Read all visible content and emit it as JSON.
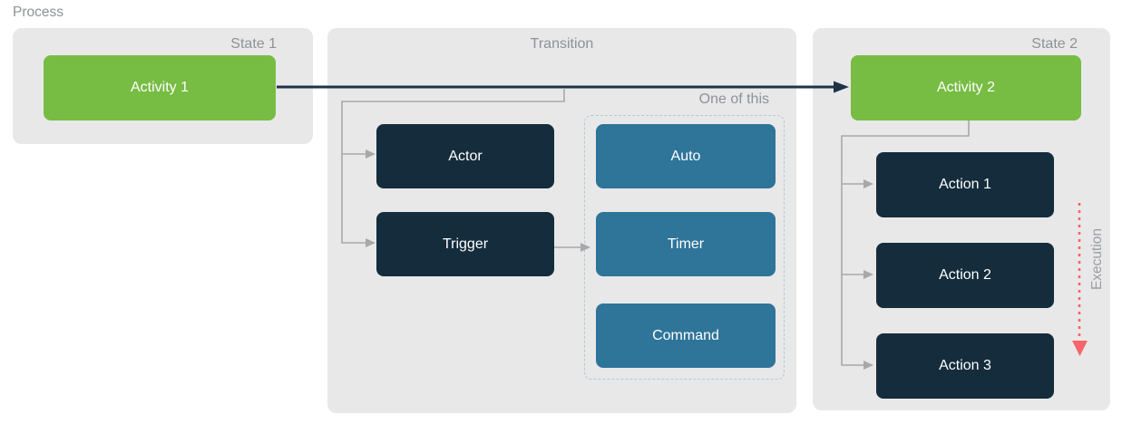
{
  "diagram_title": "Process",
  "palette": {
    "panel_bg": "#e8e8e9",
    "activity_green": "#77bc43",
    "action_navy": "#142c3c",
    "option_blue": "#2f7499",
    "label_gray": "#8e9196",
    "connector_gray": "#a8a8a8",
    "transition_arrow_dark": "#1e3446",
    "execution_red": "#f5656a",
    "one_of_dashed_border": "#b3c9d9"
  },
  "state1": {
    "title": "State 1",
    "activity_label": "Activity 1"
  },
  "transition": {
    "title": "Transition",
    "actor_label": "Actor",
    "trigger_label": "Trigger",
    "one_of_group": {
      "label": "One of this",
      "options": [
        "Auto",
        "Timer",
        "Command"
      ]
    }
  },
  "state2": {
    "title": "State 2",
    "activity_label": "Activity 2",
    "actions": [
      "Action 1",
      "Action 2",
      "Action 3"
    ],
    "execution_label": "Execution"
  }
}
